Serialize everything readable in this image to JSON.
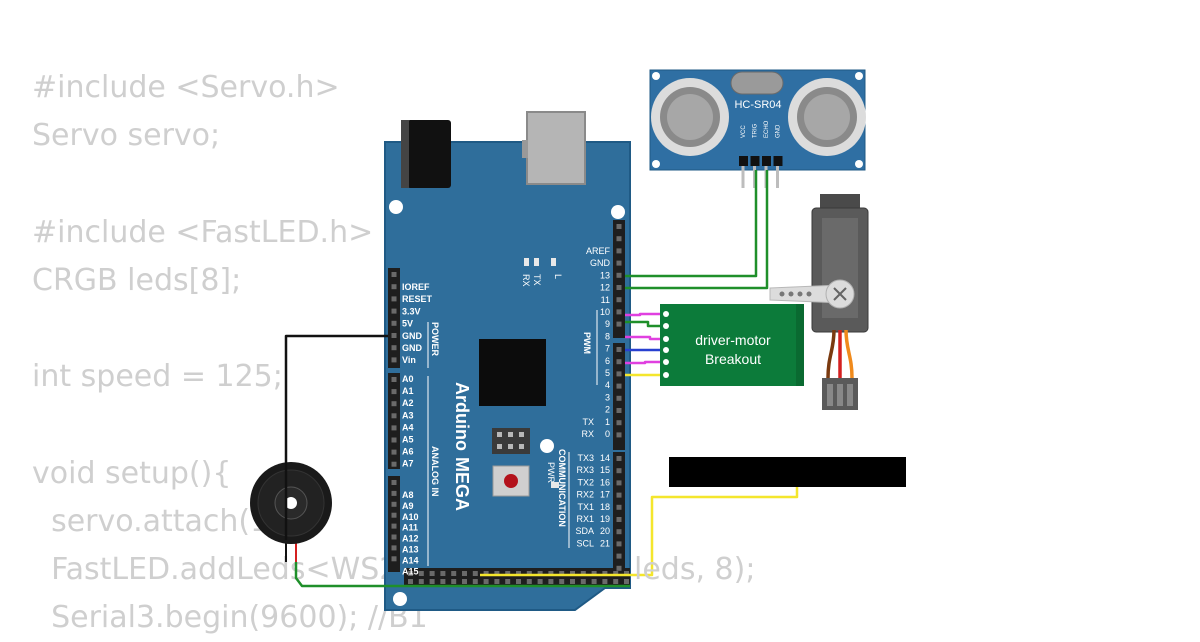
{
  "code_lines": [
    "#include <Servo.h>",
    "Servo servo;",
    "",
    "#include <FastLED.h>",
    "CRGB leds[8];",
    "",
    "int speed = 125;",
    "",
    "void setup(){",
    "  servo.attach(1",
    "  FastLED.addLeds<WS2",
    "  Serial3.begin(9600); //B1"
  ],
  "code_tail_fragment": "leds, 8);",
  "board": {
    "name_line1": "Arduino",
    "name_line2": "MEGA",
    "led_labels": [
      "TX",
      "RX",
      "L"
    ],
    "pwr_label": "PWR",
    "power_header_label": "POWER",
    "analog_header_label": "ANALOG IN",
    "pwm_label": "PWM",
    "comm_label": "COMMUNICATION",
    "power_pins": [
      "IOREF",
      "RESET",
      "3.3V",
      "5V",
      "GND",
      "GND",
      "Vin"
    ],
    "analog_pins": [
      "A0",
      "A1",
      "A2",
      "A3",
      "A4",
      "A5",
      "A6",
      "A7",
      "A8",
      "A9",
      "A10",
      "A11",
      "A12",
      "A13",
      "A14",
      "A15"
    ],
    "digital_pins": [
      {
        "label": "AREF",
        "num": ""
      },
      {
        "label": "GND",
        "num": ""
      },
      {
        "label": "13",
        "num": ""
      },
      {
        "label": "12",
        "num": ""
      },
      {
        "label": "11",
        "num": ""
      },
      {
        "label": "10",
        "num": ""
      },
      {
        "label": "9",
        "num": ""
      },
      {
        "label": "8",
        "num": ""
      },
      {
        "label": "7",
        "num": ""
      },
      {
        "label": "6",
        "num": ""
      },
      {
        "label": "5",
        "num": ""
      },
      {
        "label": "4",
        "num": ""
      },
      {
        "label": "3",
        "num": ""
      },
      {
        "label": "2",
        "num": ""
      },
      {
        "label": "TX",
        "num": "1"
      },
      {
        "label": "RX",
        "num": "0"
      }
    ],
    "comm_pins": [
      {
        "label": "TX3",
        "num": "14"
      },
      {
        "label": "RX3",
        "num": "15"
      },
      {
        "label": "TX2",
        "num": "16"
      },
      {
        "label": "RX2",
        "num": "17"
      },
      {
        "label": "TX1",
        "num": "18"
      },
      {
        "label": "RX1",
        "num": "19"
      },
      {
        "label": "SDA",
        "num": "20"
      },
      {
        "label": "SCL",
        "num": "21"
      }
    ]
  },
  "sensor": {
    "label": "HC-SR04",
    "pins": [
      "VCC",
      "TRIG",
      "ECHO",
      "GND"
    ]
  },
  "driver": {
    "line1": "driver-motor",
    "line2": "Breakout"
  },
  "colors": {
    "board_blue": "#2f6e9b",
    "board_edge": "#1f5a85",
    "header_black": "#1e1e1e",
    "driver_green": "#0c7b3a",
    "sensor_blue": "#2f6fa3",
    "wire_green": "#1f8f2a",
    "wire_black": "#111111",
    "wire_yellow": "#f4e62c",
    "wire_magenta": "#e040e0",
    "wire_blue": "#2840d0",
    "code_gray": "#cfcfcf"
  }
}
